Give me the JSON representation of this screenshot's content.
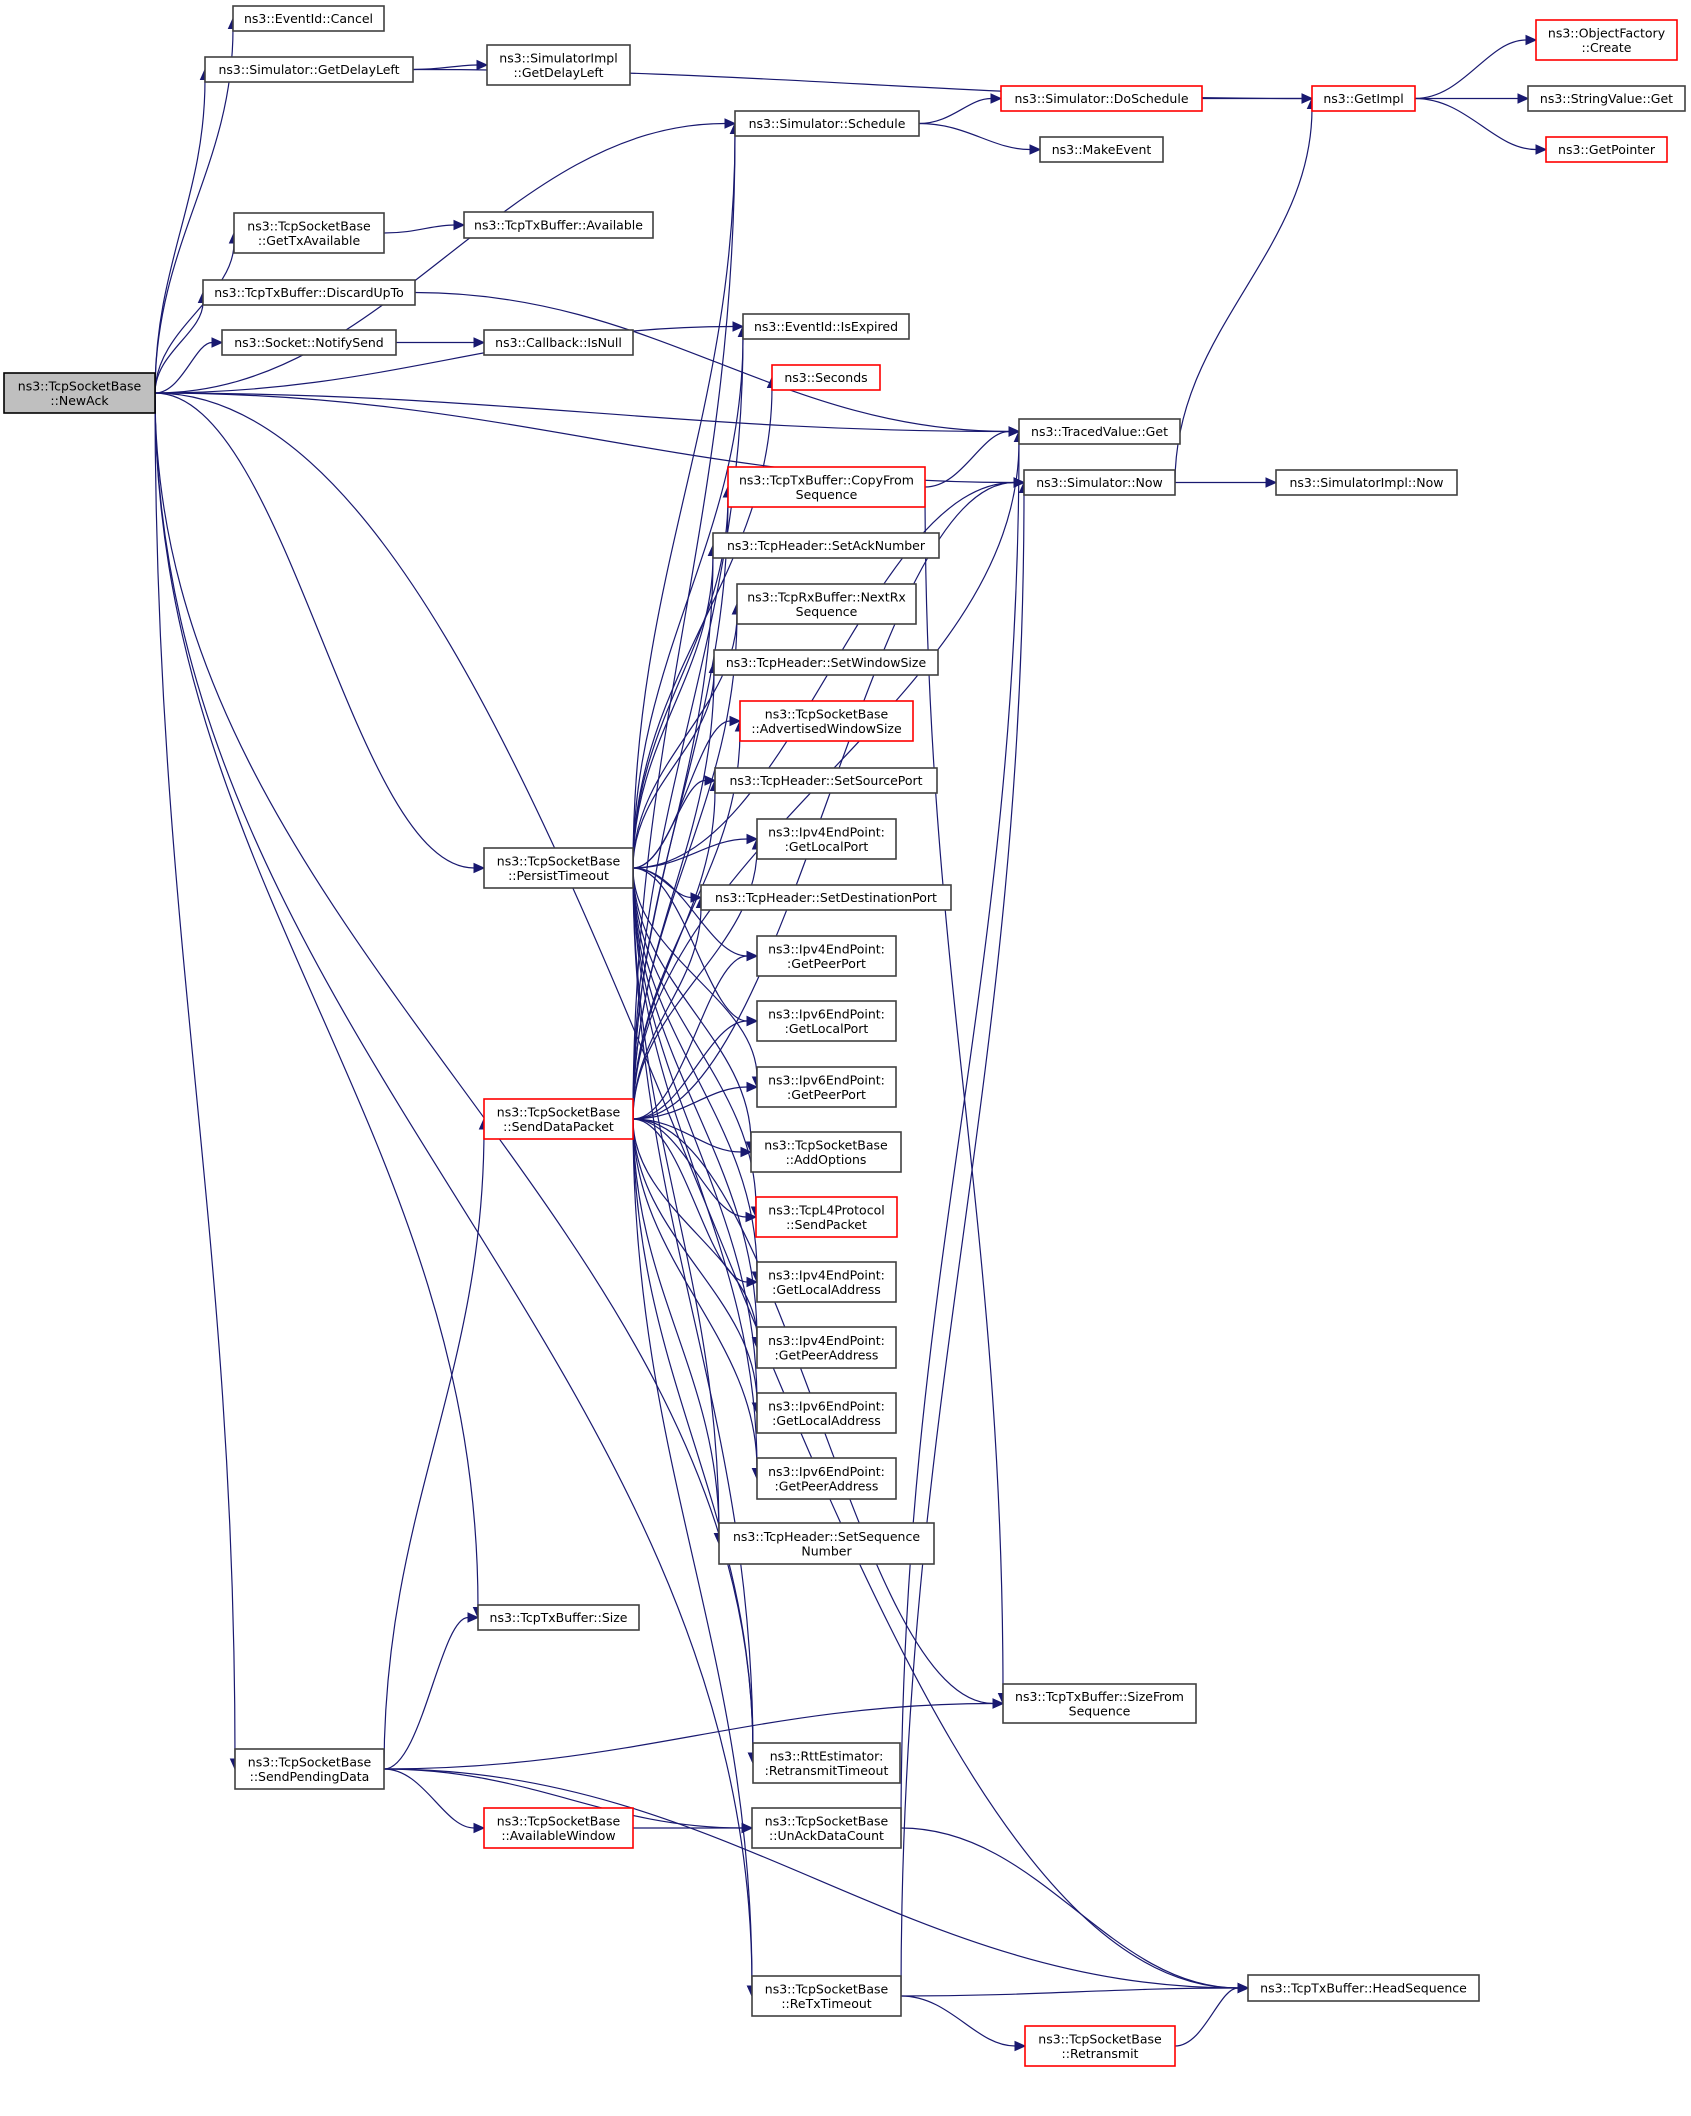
{
  "diagram": {
    "type": "call-graph",
    "root": "newack",
    "colors": {
      "edge": "#191970",
      "node_border": "#404040",
      "node_border_truncated": "#ff0000",
      "root_fill": "#bfbfbf"
    },
    "nodes": [
      {
        "id": "newack",
        "lines": [
          "ns3::TcpSocketBase",
          "::NewAck"
        ],
        "style": "root"
      },
      {
        "id": "eventid-cancel",
        "lines": [
          "ns3::EventId::Cancel"
        ],
        "style": "normal"
      },
      {
        "id": "sim-getdelayleft",
        "lines": [
          "ns3::Simulator::GetDelayLeft"
        ],
        "style": "normal"
      },
      {
        "id": "simimpl-getdelayleft",
        "lines": [
          "ns3::SimulatorImpl",
          "::GetDelayLeft"
        ],
        "style": "normal"
      },
      {
        "id": "sim-schedule",
        "lines": [
          "ns3::Simulator::Schedule"
        ],
        "style": "normal"
      },
      {
        "id": "sim-doschedule",
        "lines": [
          "ns3::Simulator::DoSchedule"
        ],
        "style": "red"
      },
      {
        "id": "makeevent",
        "lines": [
          "ns3::MakeEvent"
        ],
        "style": "normal"
      },
      {
        "id": "getimpl",
        "lines": [
          "ns3::GetImpl"
        ],
        "style": "red"
      },
      {
        "id": "objectfactory-create",
        "lines": [
          "ns3::ObjectFactory",
          "::Create"
        ],
        "style": "red"
      },
      {
        "id": "stringvalue-get",
        "lines": [
          "ns3::StringValue::Get"
        ],
        "style": "normal"
      },
      {
        "id": "getpointer",
        "lines": [
          "ns3::GetPointer"
        ],
        "style": "red"
      },
      {
        "id": "gettxavailable",
        "lines": [
          "ns3::TcpSocketBase",
          "::GetTxAvailable"
        ],
        "style": "normal"
      },
      {
        "id": "txbuffer-available",
        "lines": [
          "ns3::TcpTxBuffer::Available"
        ],
        "style": "normal"
      },
      {
        "id": "discardupto",
        "lines": [
          "ns3::TcpTxBuffer::DiscardUpTo"
        ],
        "style": "normal"
      },
      {
        "id": "notifysend",
        "lines": [
          "ns3::Socket::NotifySend"
        ],
        "style": "normal"
      },
      {
        "id": "callback-isnull",
        "lines": [
          "ns3::Callback::IsNull"
        ],
        "style": "normal"
      },
      {
        "id": "eventid-isexpired",
        "lines": [
          "ns3::EventId::IsExpired"
        ],
        "style": "normal"
      },
      {
        "id": "seconds",
        "lines": [
          "ns3::Seconds"
        ],
        "style": "red"
      },
      {
        "id": "tracedvalue-get",
        "lines": [
          "ns3::TracedValue::Get"
        ],
        "style": "normal"
      },
      {
        "id": "sim-now",
        "lines": [
          "ns3::Simulator::Now"
        ],
        "style": "normal"
      },
      {
        "id": "simimpl-now",
        "lines": [
          "ns3::SimulatorImpl::Now"
        ],
        "style": "normal"
      },
      {
        "id": "copyfromsequence",
        "lines": [
          "ns3::TcpTxBuffer::CopyFrom",
          "Sequence"
        ],
        "style": "red"
      },
      {
        "id": "setacknumber",
        "lines": [
          "ns3::TcpHeader::SetAckNumber"
        ],
        "style": "normal"
      },
      {
        "id": "nextrxsequence",
        "lines": [
          "ns3::TcpRxBuffer::NextRx",
          "Sequence"
        ],
        "style": "normal"
      },
      {
        "id": "setwindowsize",
        "lines": [
          "ns3::TcpHeader::SetWindowSize"
        ],
        "style": "normal"
      },
      {
        "id": "advertisedwindowsize",
        "lines": [
          "ns3::TcpSocketBase",
          "::AdvertisedWindowSize"
        ],
        "style": "red"
      },
      {
        "id": "setsourceport",
        "lines": [
          "ns3::TcpHeader::SetSourcePort"
        ],
        "style": "normal"
      },
      {
        "id": "ipv4-getlocalport",
        "lines": [
          "ns3::Ipv4EndPoint:",
          ":GetLocalPort"
        ],
        "style": "normal"
      },
      {
        "id": "persisttimeout",
        "lines": [
          "ns3::TcpSocketBase",
          "::PersistTimeout"
        ],
        "style": "normal"
      },
      {
        "id": "setdestinationport",
        "lines": [
          "ns3::TcpHeader::SetDestinationPort"
        ],
        "style": "normal"
      },
      {
        "id": "ipv4-getpeerport",
        "lines": [
          "ns3::Ipv4EndPoint:",
          ":GetPeerPort"
        ],
        "style": "normal"
      },
      {
        "id": "ipv6-getlocalport",
        "lines": [
          "ns3::Ipv6EndPoint:",
          ":GetLocalPort"
        ],
        "style": "normal"
      },
      {
        "id": "ipv6-getpeerport",
        "lines": [
          "ns3::Ipv6EndPoint:",
          ":GetPeerPort"
        ],
        "style": "normal"
      },
      {
        "id": "senddatapacket",
        "lines": [
          "ns3::TcpSocketBase",
          "::SendDataPacket"
        ],
        "style": "red"
      },
      {
        "id": "addoptions",
        "lines": [
          "ns3::TcpSocketBase",
          "::AddOptions"
        ],
        "style": "normal"
      },
      {
        "id": "l4-sendpacket",
        "lines": [
          "ns3::TcpL4Protocol",
          "::SendPacket"
        ],
        "style": "red"
      },
      {
        "id": "ipv4-getlocaladdress",
        "lines": [
          "ns3::Ipv4EndPoint:",
          ":GetLocalAddress"
        ],
        "style": "normal"
      },
      {
        "id": "ipv4-getpeeraddress",
        "lines": [
          "ns3::Ipv4EndPoint:",
          ":GetPeerAddress"
        ],
        "style": "normal"
      },
      {
        "id": "ipv6-getlocaladdress",
        "lines": [
          "ns3::Ipv6EndPoint:",
          ":GetLocalAddress"
        ],
        "style": "normal"
      },
      {
        "id": "ipv6-getpeeraddress",
        "lines": [
          "ns3::Ipv6EndPoint:",
          ":GetPeerAddress"
        ],
        "style": "normal"
      },
      {
        "id": "setsequencenumber",
        "lines": [
          "ns3::TcpHeader::SetSequence",
          "Number"
        ],
        "style": "normal"
      },
      {
        "id": "txbuffer-size",
        "lines": [
          "ns3::TcpTxBuffer::Size"
        ],
        "style": "normal"
      },
      {
        "id": "sizefromsequence",
        "lines": [
          "ns3::TcpTxBuffer::SizeFrom",
          "Sequence"
        ],
        "style": "normal"
      },
      {
        "id": "retransmittimeout",
        "lines": [
          "ns3::RttEstimator:",
          ":RetransmitTimeout"
        ],
        "style": "normal"
      },
      {
        "id": "sendpendingdata",
        "lines": [
          "ns3::TcpSocketBase",
          "::SendPendingData"
        ],
        "style": "normal"
      },
      {
        "id": "availablewindow",
        "lines": [
          "ns3::TcpSocketBase",
          "::AvailableWindow"
        ],
        "style": "red"
      },
      {
        "id": "unackdatacount",
        "lines": [
          "ns3::TcpSocketBase",
          "::UnAckDataCount"
        ],
        "style": "normal"
      },
      {
        "id": "retxtimeout",
        "lines": [
          "ns3::TcpSocketBase",
          "::ReTxTimeout"
        ],
        "style": "normal"
      },
      {
        "id": "headsequence",
        "lines": [
          "ns3::TcpTxBuffer::HeadSequence"
        ],
        "style": "normal"
      },
      {
        "id": "retransmit",
        "lines": [
          "ns3::TcpSocketBase",
          "::Retransmit"
        ],
        "style": "red"
      }
    ],
    "edges": [
      [
        "newack",
        "eventid-cancel"
      ],
      [
        "newack",
        "sim-getdelayleft"
      ],
      [
        "newack",
        "sim-schedule"
      ],
      [
        "newack",
        "tracedvalue-get"
      ],
      [
        "newack",
        "gettxavailable"
      ],
      [
        "newack",
        "discardupto"
      ],
      [
        "newack",
        "notifysend"
      ],
      [
        "newack",
        "eventid-isexpired"
      ],
      [
        "newack",
        "sim-now"
      ],
      [
        "newack",
        "persisttimeout"
      ],
      [
        "newack",
        "txbuffer-size"
      ],
      [
        "newack",
        "sendpendingdata"
      ],
      [
        "newack",
        "retransmittimeout"
      ],
      [
        "newack",
        "retxtimeout"
      ],
      [
        "newack",
        "headsequence"
      ],
      [
        "sim-getdelayleft",
        "simimpl-getdelayleft"
      ],
      [
        "sim-getdelayleft",
        "getimpl"
      ],
      [
        "sim-schedule",
        "sim-doschedule"
      ],
      [
        "sim-schedule",
        "makeevent"
      ],
      [
        "sim-doschedule",
        "getimpl"
      ],
      [
        "getimpl",
        "objectfactory-create"
      ],
      [
        "getimpl",
        "stringvalue-get"
      ],
      [
        "getimpl",
        "getpointer"
      ],
      [
        "gettxavailable",
        "txbuffer-available"
      ],
      [
        "discardupto",
        "tracedvalue-get"
      ],
      [
        "notifysend",
        "callback-isnull"
      ],
      [
        "sim-now",
        "simimpl-now"
      ],
      [
        "sim-now",
        "getimpl"
      ],
      [
        "copyfromsequence",
        "tracedvalue-get"
      ],
      [
        "copyfromsequence",
        "sizefromsequence"
      ],
      [
        "persisttimeout",
        "sim-schedule"
      ],
      [
        "persisttimeout",
        "eventid-isexpired"
      ],
      [
        "persisttimeout",
        "seconds"
      ],
      [
        "persisttimeout",
        "sim-now"
      ],
      [
        "persisttimeout",
        "copyfromsequence"
      ],
      [
        "persisttimeout",
        "setacknumber"
      ],
      [
        "persisttimeout",
        "nextrxsequence"
      ],
      [
        "persisttimeout",
        "setwindowsize"
      ],
      [
        "persisttimeout",
        "advertisedwindowsize"
      ],
      [
        "persisttimeout",
        "setsourceport"
      ],
      [
        "persisttimeout",
        "ipv4-getlocalport"
      ],
      [
        "persisttimeout",
        "setdestinationport"
      ],
      [
        "persisttimeout",
        "ipv4-getpeerport"
      ],
      [
        "persisttimeout",
        "ipv6-getlocalport"
      ],
      [
        "persisttimeout",
        "ipv6-getpeerport"
      ],
      [
        "persisttimeout",
        "addoptions"
      ],
      [
        "persisttimeout",
        "l4-sendpacket"
      ],
      [
        "persisttimeout",
        "ipv4-getlocaladdress"
      ],
      [
        "persisttimeout",
        "ipv4-getpeeraddress"
      ],
      [
        "persisttimeout",
        "ipv6-getlocaladdress"
      ],
      [
        "persisttimeout",
        "ipv6-getpeeraddress"
      ],
      [
        "persisttimeout",
        "setsequencenumber"
      ],
      [
        "persisttimeout",
        "retransmittimeout"
      ],
      [
        "senddatapacket",
        "sim-schedule"
      ],
      [
        "senddatapacket",
        "eventid-isexpired"
      ],
      [
        "senddatapacket",
        "tracedvalue-get"
      ],
      [
        "senddatapacket",
        "sim-now"
      ],
      [
        "senddatapacket",
        "copyfromsequence"
      ],
      [
        "senddatapacket",
        "setacknumber"
      ],
      [
        "senddatapacket",
        "nextrxsequence"
      ],
      [
        "senddatapacket",
        "setwindowsize"
      ],
      [
        "senddatapacket",
        "advertisedwindowsize"
      ],
      [
        "senddatapacket",
        "setsourceport"
      ],
      [
        "senddatapacket",
        "ipv4-getlocalport"
      ],
      [
        "senddatapacket",
        "setdestinationport"
      ],
      [
        "senddatapacket",
        "ipv4-getpeerport"
      ],
      [
        "senddatapacket",
        "ipv6-getlocalport"
      ],
      [
        "senddatapacket",
        "ipv6-getpeerport"
      ],
      [
        "senddatapacket",
        "addoptions"
      ],
      [
        "senddatapacket",
        "l4-sendpacket"
      ],
      [
        "senddatapacket",
        "ipv4-getlocaladdress"
      ],
      [
        "senddatapacket",
        "ipv4-getpeeraddress"
      ],
      [
        "senddatapacket",
        "ipv6-getlocaladdress"
      ],
      [
        "senddatapacket",
        "ipv6-getpeeraddress"
      ],
      [
        "senddatapacket",
        "setsequencenumber"
      ],
      [
        "senddatapacket",
        "sizefromsequence"
      ],
      [
        "senddatapacket",
        "retransmittimeout"
      ],
      [
        "senddatapacket",
        "retxtimeout"
      ],
      [
        "sendpendingdata",
        "senddatapacket"
      ],
      [
        "sendpendingdata",
        "txbuffer-size"
      ],
      [
        "sendpendingdata",
        "availablewindow"
      ],
      [
        "sendpendingdata",
        "unackdatacount"
      ],
      [
        "sendpendingdata",
        "sizefromsequence"
      ],
      [
        "sendpendingdata",
        "headsequence"
      ],
      [
        "availablewindow",
        "unackdatacount"
      ],
      [
        "unackdatacount",
        "tracedvalue-get"
      ],
      [
        "unackdatacount",
        "headsequence"
      ],
      [
        "retxtimeout",
        "headsequence"
      ],
      [
        "retxtimeout",
        "retransmit"
      ],
      [
        "retxtimeout",
        "sim-now"
      ],
      [
        "retransmit",
        "headsequence"
      ]
    ]
  }
}
